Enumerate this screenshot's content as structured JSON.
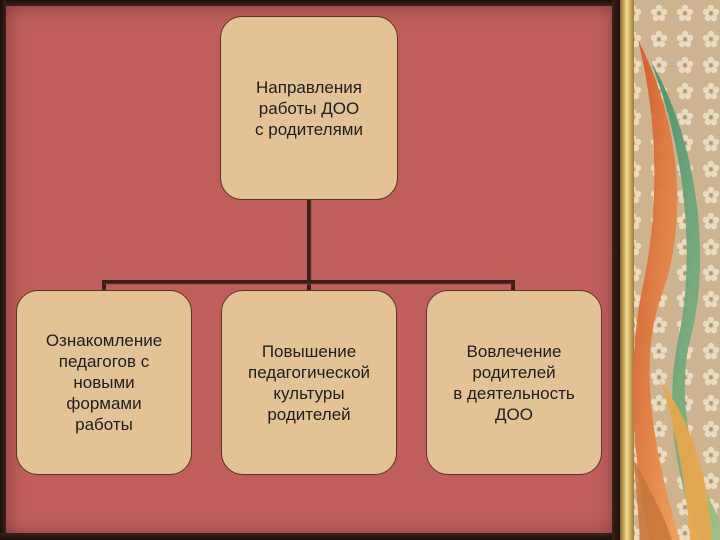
{
  "diagram": {
    "root": {
      "label": "Направления\nработы ДОО\nс родителями"
    },
    "children": [
      {
        "label": "Ознакомление\nпедагогов с\nновыми\nформами\nработы"
      },
      {
        "label": "Повышение\nпедагогической\nкультуры\nродителей"
      },
      {
        "label": "Вовлечение\nродителей\nв деятельность\nДОО"
      }
    ]
  },
  "colors": {
    "background": "#c05e5b",
    "node_fill": "#e3c395",
    "node_border": "#5a3526",
    "connector": "#3b1f16"
  }
}
